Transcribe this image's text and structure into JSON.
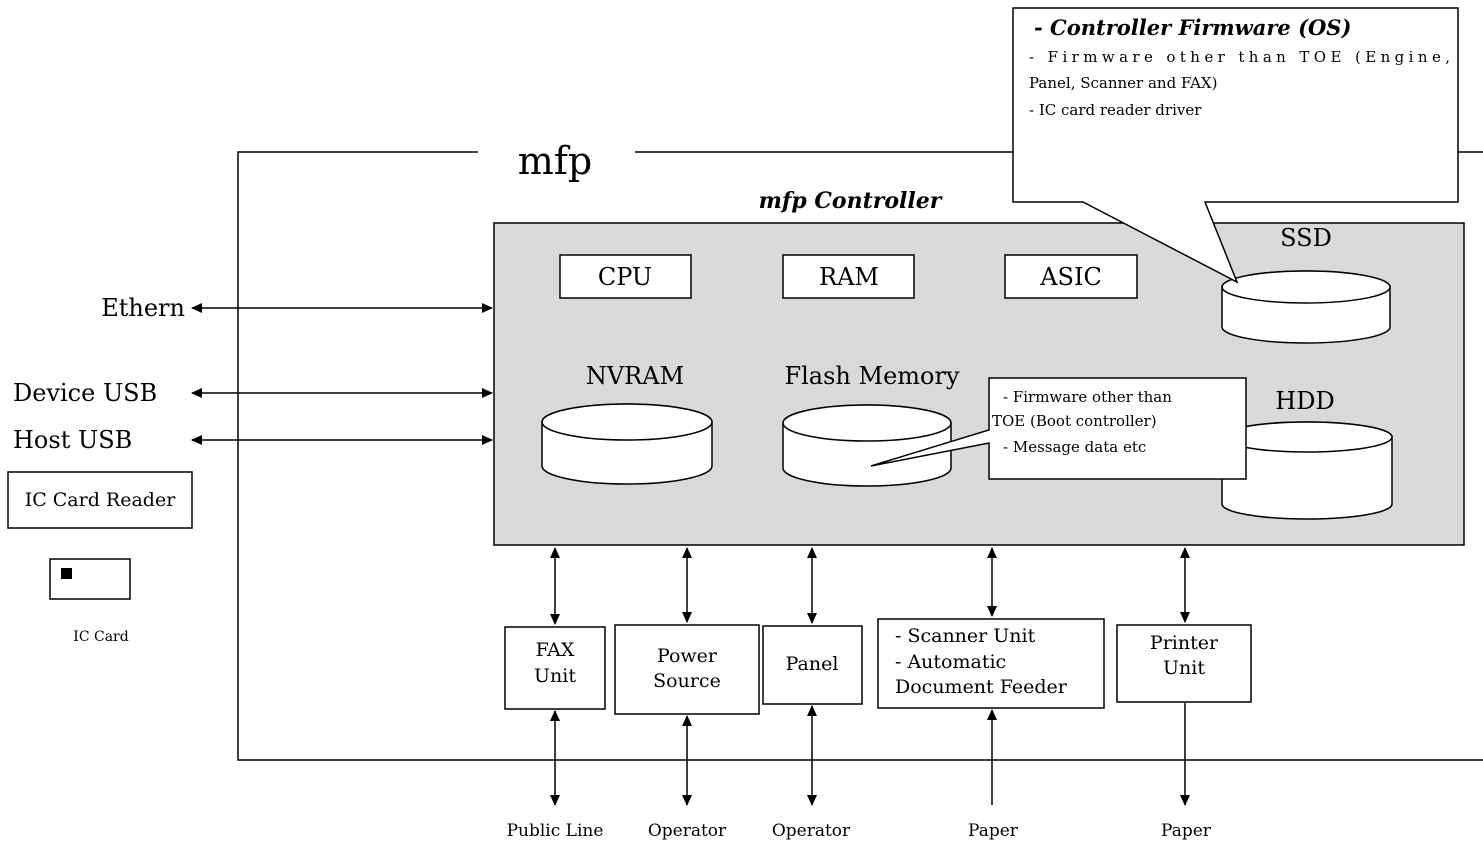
{
  "outer": {
    "title": "mfp"
  },
  "controller": {
    "title": "mfp Controller",
    "cpu": "CPU",
    "ram": "RAM",
    "asic": "ASIC",
    "ssd": "SSD",
    "nvram": "NVRAM",
    "flash": "Flash Memory",
    "hdd": "HDD"
  },
  "callout_top": {
    "title": "- Controller Firmware (OS)",
    "line1a": "- Firmware other than TOE (Engine,",
    "line1b": "Panel, Scanner and FAX)",
    "line2": "- IC card reader driver"
  },
  "callout_flash": {
    "line1a": "- Firmware other than",
    "line1b": "TOE (Boot controller)",
    "line2": "- Message data etc"
  },
  "interfaces": {
    "ethern": "Ethern",
    "device_usb": "Device USB",
    "host_usb": "Host USB",
    "ic_card_reader": "IC Card Reader",
    "ic_card": "IC Card"
  },
  "units": {
    "fax_line1": "FAX",
    "fax_line2": "Unit",
    "power_line1": "Power",
    "power_line2": "Source",
    "panel": "Panel",
    "scanner_line1": "- Scanner Unit",
    "scanner_line2": "- Automatic",
    "scanner_line3": "Document Feeder",
    "printer_line1": "Printer",
    "printer_line2": "Unit"
  },
  "externals": {
    "public_line": "Public Line",
    "operator1": "Operator",
    "operator2": "Operator",
    "paper1": "Paper",
    "paper2": "Paper"
  }
}
